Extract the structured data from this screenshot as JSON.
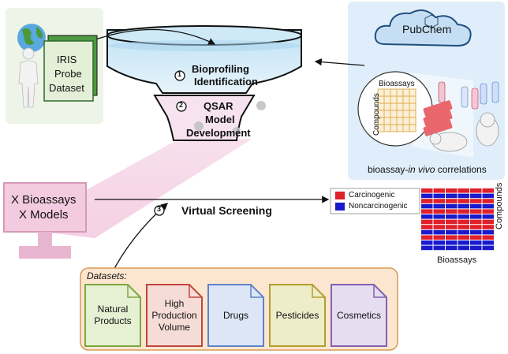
{
  "step1": {
    "number": "1",
    "label_line1": "Bioprofiling",
    "label_line2": "Identification"
  },
  "step2": {
    "number": "2",
    "label_line1": "QSAR",
    "label_line2": "Model",
    "label_line3": "Development"
  },
  "step3": {
    "number": "3",
    "label": "Virtual Screening"
  },
  "iris": {
    "line1": "IRIS",
    "line2": "Probe",
    "line3": "Dataset"
  },
  "pubchem": {
    "label": "PubChem"
  },
  "bioassays_grid": {
    "col_label": "Bioassays",
    "row_label": "Compounds"
  },
  "correlations": {
    "prefix": "bioassay-",
    "italic": "in vivo",
    "suffix": " correlations"
  },
  "monitor": {
    "line1": "X Bioassays",
    "line2": "X Models"
  },
  "heatmap": {
    "legend": [
      {
        "label": "Carcinogenic",
        "color": "#e0202a"
      },
      {
        "label": "Noncarcinogenic",
        "color": "#1a1acc"
      }
    ],
    "xlabel": "Bioassays",
    "ylabel": "Compounds",
    "grid": [
      [
        1,
        1,
        1,
        1,
        1,
        1
      ],
      [
        0,
        0,
        0,
        0,
        0,
        0
      ],
      [
        1,
        1,
        1,
        1,
        1,
        1
      ],
      [
        0,
        0,
        0,
        0,
        0,
        0
      ],
      [
        1,
        1,
        1,
        1,
        1,
        1
      ],
      [
        0,
        0,
        0,
        0,
        0,
        0
      ],
      [
        1,
        1,
        1,
        1,
        1,
        1
      ],
      [
        1,
        1,
        1,
        1,
        1,
        1
      ],
      [
        0,
        0,
        0,
        0,
        0,
        0
      ],
      [
        1,
        1,
        1,
        1,
        1,
        1
      ],
      [
        0,
        0,
        0,
        0,
        0,
        0
      ],
      [
        0,
        0,
        0,
        0,
        0,
        0
      ]
    ]
  },
  "datasets": {
    "title": "Datasets:",
    "items": [
      {
        "line1": "Natural",
        "line2": "Products",
        "line3": "",
        "border": "#7aa840",
        "fill": "#e6f0d3"
      },
      {
        "line1": "High",
        "line2": "Production",
        "line3": "Volume",
        "border": "#c0463e",
        "fill": "#f6dcd6"
      },
      {
        "line1": "Drugs",
        "line2": "",
        "line3": "",
        "border": "#5f84c9",
        "fill": "#dde6f6"
      },
      {
        "line1": "Pesticides",
        "line2": "",
        "line3": "",
        "border": "#b0a030",
        "fill": "#eeecc9"
      },
      {
        "line1": "Cosmetics",
        "line2": "",
        "line3": "",
        "border": "#8262b0",
        "fill": "#e6ddf1"
      }
    ]
  }
}
